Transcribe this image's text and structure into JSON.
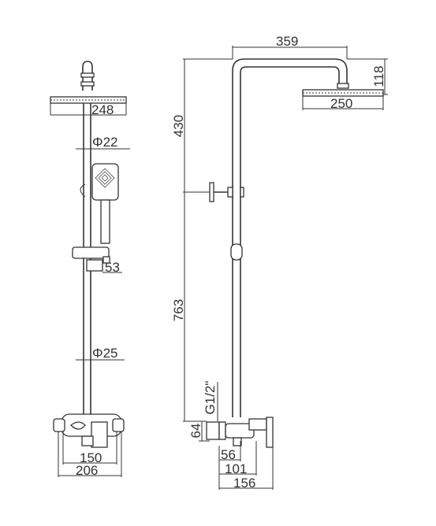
{
  "dimensions": {
    "front": {
      "head_width": "248",
      "pipe_upper_dia": "Φ22",
      "holder": "53",
      "pipe_lower_dia": "Φ25",
      "centers": "150",
      "overall": "206"
    },
    "side": {
      "arm_length": "359",
      "head_drop": "118",
      "head_width": "250",
      "upper_height": "430",
      "lower_height": "763",
      "thread": "G1/2\"",
      "inlet_height": "64",
      "d56": "56",
      "d101": "101",
      "d156": "156"
    }
  },
  "colors": {
    "line": "#333333",
    "background": "#ffffff"
  }
}
